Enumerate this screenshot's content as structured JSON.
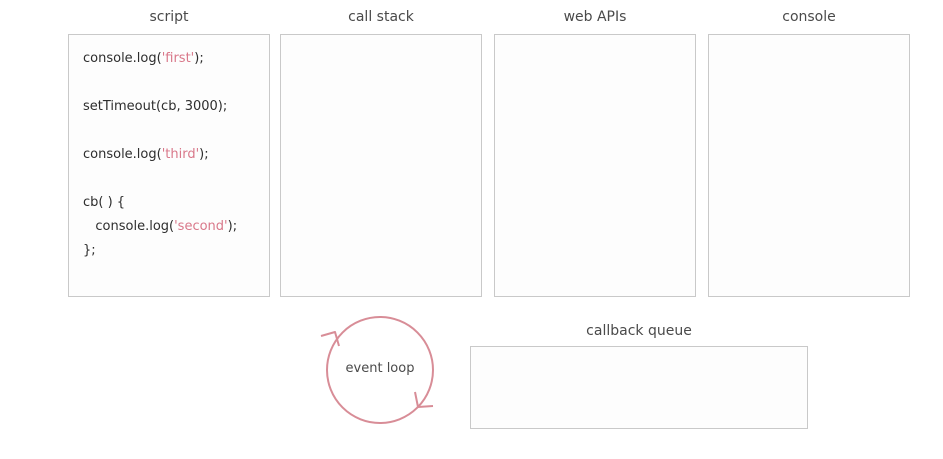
{
  "panels": {
    "script": {
      "title": "script"
    },
    "call_stack": {
      "title": "call stack"
    },
    "web_apis": {
      "title": "web APIs"
    },
    "console": {
      "title": "console"
    },
    "callback_queue": {
      "title": "callback queue"
    }
  },
  "event_loop": {
    "label": "event loop",
    "color": "#d88d97"
  },
  "code": {
    "line1": {
      "before": "console.log(",
      "str": "'first'",
      "after": ");"
    },
    "line2": {
      "text": "setTimeout(cb, 3000);"
    },
    "line3": {
      "before": "console.log(",
      "str": "'third'",
      "after": ");"
    },
    "line4": {
      "text": "cb( ) {"
    },
    "line5": {
      "before": "   console.log(",
      "str": "'second'",
      "after": ");"
    },
    "line6": {
      "text": "};"
    }
  },
  "colors": {
    "string": "#d9788a",
    "border": "#c9c9c9"
  }
}
